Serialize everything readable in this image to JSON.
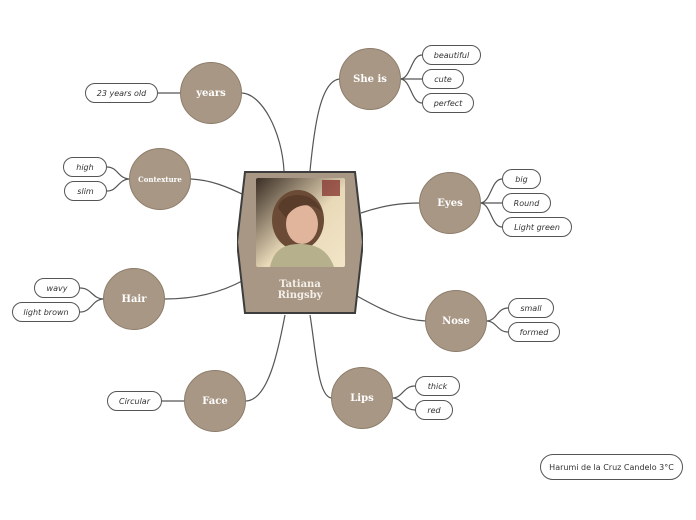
{
  "colors": {
    "node_fill": "#a89785",
    "node_border": "#8d7d6b",
    "center_fill": "#a89785",
    "center_border": "#3d3d3d",
    "line": "#555555"
  },
  "center": {
    "title_line1": "Tatiana",
    "title_line2": "Ringsby",
    "image_icon": "portrait-photo-icon"
  },
  "topics": {
    "years": {
      "label": "years",
      "items": [
        "23 years old"
      ]
    },
    "contexture": {
      "label": "Contexture",
      "items": [
        "high",
        "slim"
      ]
    },
    "hair": {
      "label": "Hair",
      "items": [
        "wavy",
        "light brown"
      ]
    },
    "face": {
      "label": "Face",
      "items": [
        "Circular"
      ]
    },
    "she_is": {
      "label": "She is",
      "items": [
        "beautiful",
        "cute",
        "perfect"
      ]
    },
    "eyes": {
      "label": "Eyes",
      "items": [
        "big",
        "Round",
        "Light green"
      ]
    },
    "nose": {
      "label": "Nose",
      "items": [
        "small",
        "formed"
      ]
    },
    "lips": {
      "label": "Lips",
      "items": [
        "thick",
        "red"
      ]
    }
  },
  "footer": {
    "author": "Harumi de la Cruz Candelo 3°C"
  }
}
